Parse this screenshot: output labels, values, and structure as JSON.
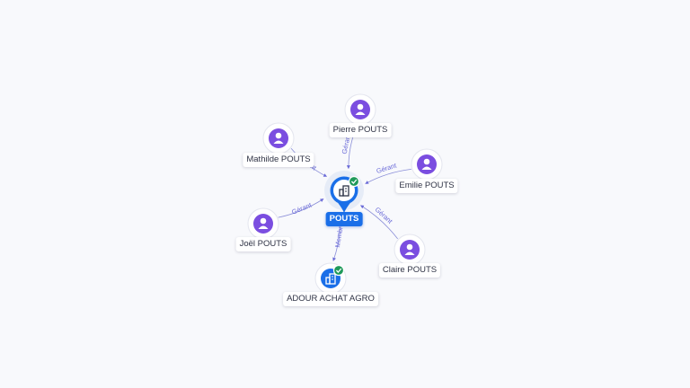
{
  "center": {
    "label": "POUTS",
    "type": "company",
    "verified": true
  },
  "nodes": [
    {
      "id": "pierre",
      "label": "Pierre POUTS",
      "type": "person",
      "edge": "Gérant"
    },
    {
      "id": "mathilde",
      "label": "Mathilde POUTS",
      "type": "person",
      "edge": "Gérant"
    },
    {
      "id": "emilie",
      "label": "Emilie POUTS",
      "type": "person",
      "edge": "Gérant"
    },
    {
      "id": "joel",
      "label": "Joël POUTS",
      "type": "person",
      "edge": "Gérant"
    },
    {
      "id": "claire",
      "label": "Claire POUTS",
      "type": "person",
      "edge": "Gérant"
    },
    {
      "id": "adour",
      "label": "ADOUR ACHAT AGRO",
      "type": "company",
      "verified": true,
      "edge": "Membre"
    }
  ],
  "colors": {
    "person": "#7b4ee0",
    "company": "#1a6fe8",
    "verified": "#1f9a5a",
    "edge": "#6a6ad8"
  }
}
